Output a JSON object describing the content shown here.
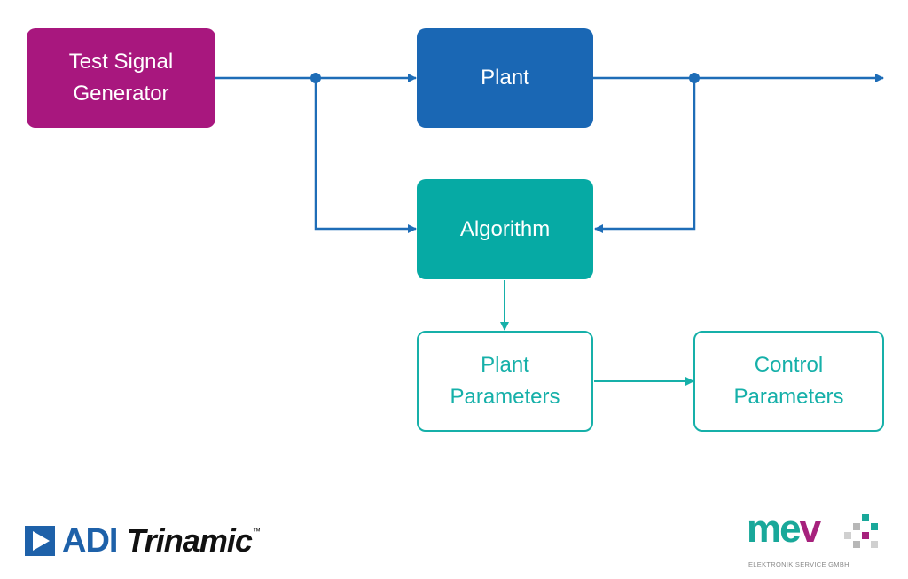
{
  "blocks": {
    "test_signal_generator": "Test Signal\nGenerator",
    "plant": "Plant",
    "algorithm": "Algorithm",
    "plant_parameters": "Plant\nParameters",
    "control_parameters": "Control\nParameters"
  },
  "colors": {
    "generator": "#a8177e",
    "plant": "#1a67b4",
    "algorithm": "#06aaa4",
    "outline": "#16b0a9",
    "signal_line": "#1e6db7",
    "param_line": "#16b0a9"
  },
  "logos": {
    "left": {
      "brand": "ADI",
      "product": "Trinamic",
      "mark": "™"
    },
    "right": {
      "word": "mev",
      "subtitle": "ELEKTRONIK SERVICE GMBH"
    }
  }
}
